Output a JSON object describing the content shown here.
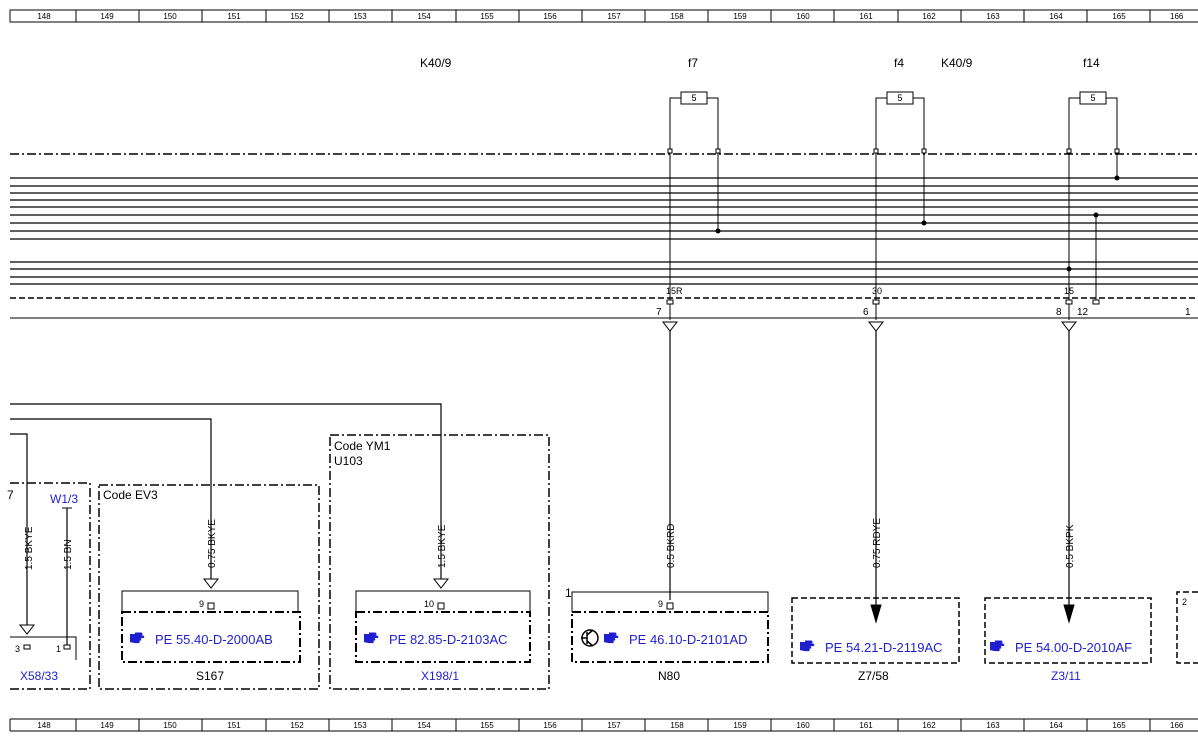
{
  "ruler": {
    "columns": [
      "148",
      "149",
      "150",
      "151",
      "152",
      "153",
      "154",
      "155",
      "156",
      "157",
      "158",
      "159",
      "160",
      "161",
      "162",
      "163",
      "164",
      "165",
      "166"
    ]
  },
  "top_labels": {
    "k40_left": "K40/9",
    "k40_right": "K40/9"
  },
  "fuses": [
    {
      "name": "f7",
      "rating": "5"
    },
    {
      "name": "f4",
      "rating": "5"
    },
    {
      "name": "f14",
      "rating": "5"
    }
  ],
  "bus_terminals": {
    "t_15r": "15R",
    "t_30": "30",
    "t_15": "15",
    "pin_7": "7",
    "pin_6": "6",
    "pin_8": "8",
    "pin_12": "12",
    "pin_1": "1"
  },
  "wires": {
    "w_x58": "1.5 BKYE",
    "w_w13": "1.5 BN",
    "w_s167": "0.75 BKYE",
    "w_x198": "1.5 BKYE",
    "w_n80": "0.5 BKRD",
    "w_z758": "0.75 RDYE",
    "w_z311": "0.5 BKPK"
  },
  "components": {
    "x58": {
      "label": "X58/33",
      "pin_a": "3",
      "pin_b": "1",
      "partial_text": "7"
    },
    "w13": {
      "label": "W1/3"
    },
    "s167": {
      "code": "Code EV3",
      "pin": "9",
      "ref": "PE 55.40-D-2000AB",
      "label": "S167"
    },
    "x198": {
      "code": "Code YM1",
      "sub": "U103",
      "pin": "10",
      "ref": "PE 82.85-D-2103AC",
      "label": "X198/1"
    },
    "n80": {
      "pin": "9",
      "corner": "1",
      "ref": "PE 46.10-D-2101AD",
      "label": "N80"
    },
    "z758": {
      "ref": "PE 54.21-D-2119AC",
      "label": "Z7/58"
    },
    "z311": {
      "ref": "PE 54.00-D-2010AF",
      "label": "Z3/11"
    },
    "right_edge": {
      "pin": "2"
    }
  },
  "colors": {
    "line": "#000000",
    "link": "#1f1fd0",
    "background": "#ffffff"
  },
  "icons": {
    "reference": "pointing-hand-icon",
    "transistor": "transistor-icon",
    "fuse": "fuse-icon"
  }
}
